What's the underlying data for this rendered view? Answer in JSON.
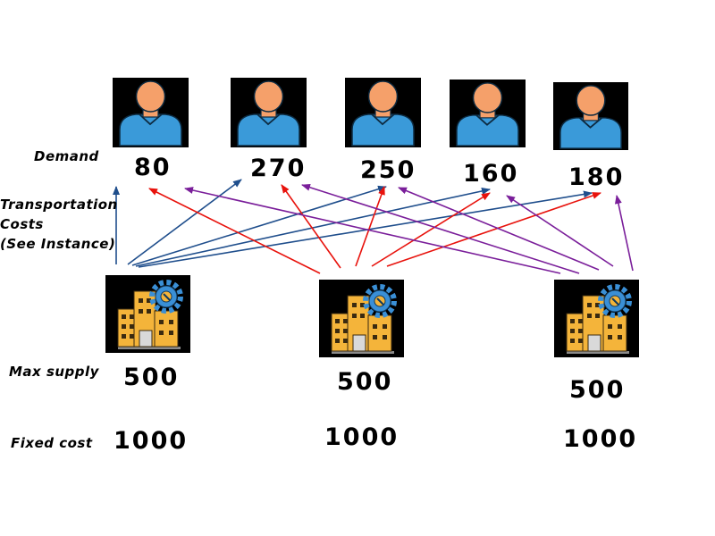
{
  "labels": {
    "demand": "Demand",
    "transport": [
      "Transportation",
      "Costs",
      "(See Instance)"
    ],
    "max_supply": "Max supply",
    "fixed_cost": "Fixed cost"
  },
  "customers": [
    {
      "demand": "80"
    },
    {
      "demand": "270"
    },
    {
      "demand": "250"
    },
    {
      "demand": "160"
    },
    {
      "demand": "180"
    }
  ],
  "facilities": [
    {
      "max_supply": "500",
      "fixed_cost": "1000",
      "arrow_color": "#1f4e8c"
    },
    {
      "max_supply": "500",
      "fixed_cost": "1000",
      "arrow_color": "#e8120c"
    },
    {
      "max_supply": "500",
      "fixed_cost": "1000",
      "arrow_color": "#7a1e9a"
    }
  ],
  "icons": {
    "customer": "person-icon",
    "facility": "factory-gear-icon"
  },
  "colors": {
    "person_head": "#f5a06a",
    "person_body": "#3a9ad9",
    "building": "#f4b43a",
    "gear": "#3a8fd6"
  }
}
